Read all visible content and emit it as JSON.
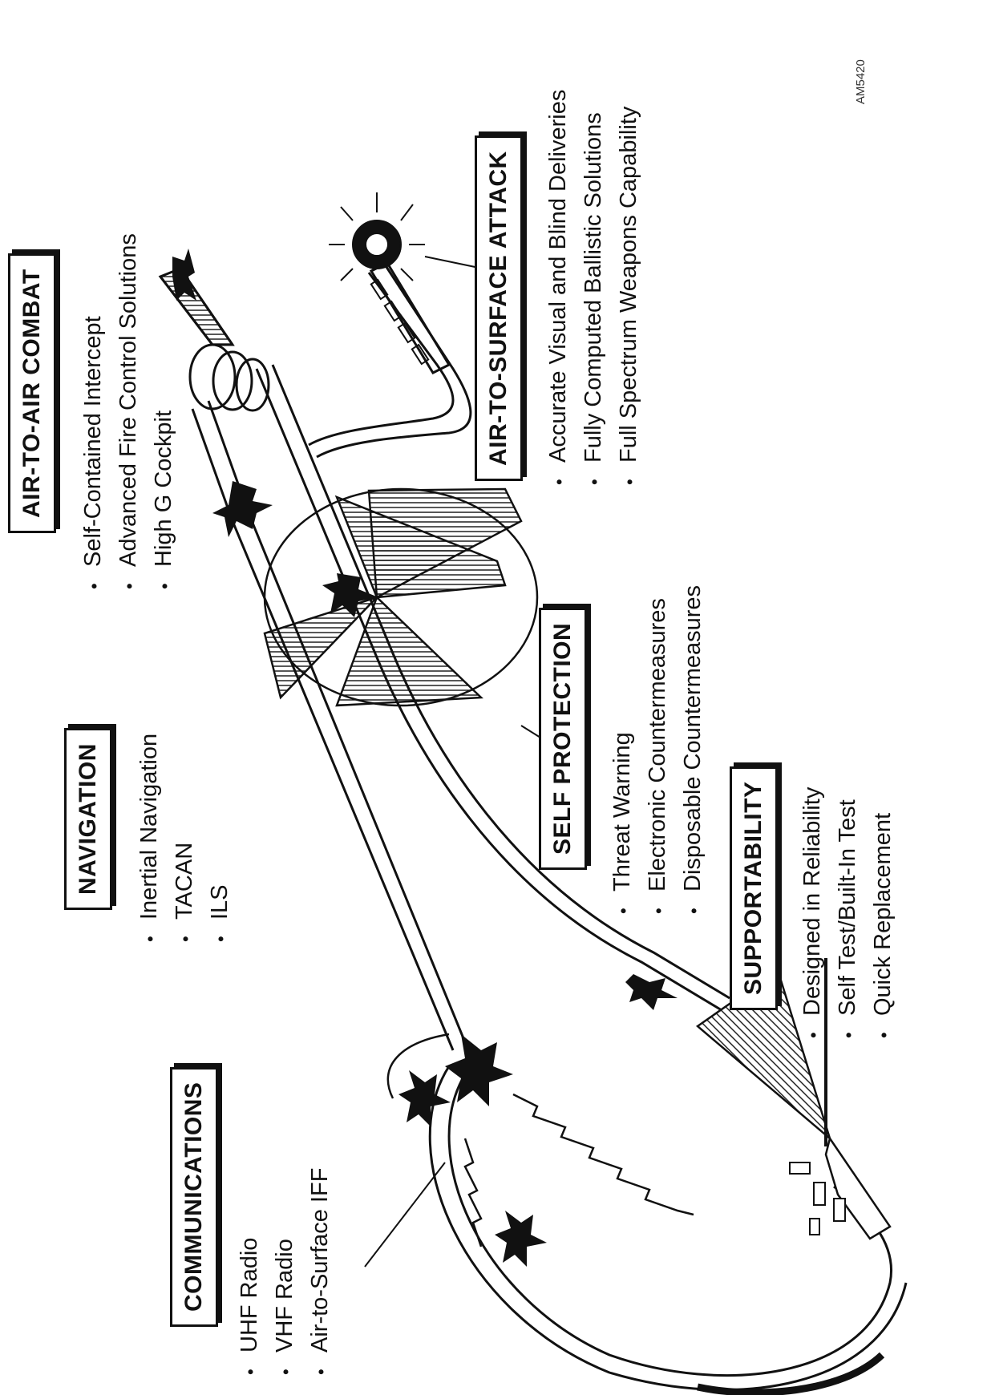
{
  "drawing_tag": "AM5420",
  "sections": {
    "air_to_air": {
      "title": "AIR-TO-AIR COMBAT",
      "items": [
        "Self-Contained Intercept",
        "Advanced Fire Control Solutions",
        "High G Cockpit"
      ]
    },
    "navigation": {
      "title": "NAVIGATION",
      "items": [
        "Inertial Navigation",
        "TACAN",
        "ILS"
      ]
    },
    "communications": {
      "title": "COMMUNICATIONS",
      "items": [
        "UHF Radio",
        "VHF Radio",
        "Air-to-Surface IFF"
      ]
    },
    "air_to_surface": {
      "title": "AIR-TO-SURFACE ATTACK",
      "items": [
        "Accurate Visual and Blind Deliveries",
        "Fully Computed Ballistic Solutions",
        "Full Spectrum Weapons Capability"
      ]
    },
    "self_protection": {
      "title": "SELF PROTECTION",
      "items": [
        "Threat Warning",
        "Electronic Countermeasures",
        "Disposable Countermeasures"
      ]
    },
    "supportability": {
      "title": "SUPPORTABILITY",
      "items": [
        "Designed in Reliability",
        "Self Test/Built-In Test",
        "Quick Replacement"
      ]
    }
  },
  "colors": {
    "ink": "#111111",
    "paper": "#ffffff"
  }
}
